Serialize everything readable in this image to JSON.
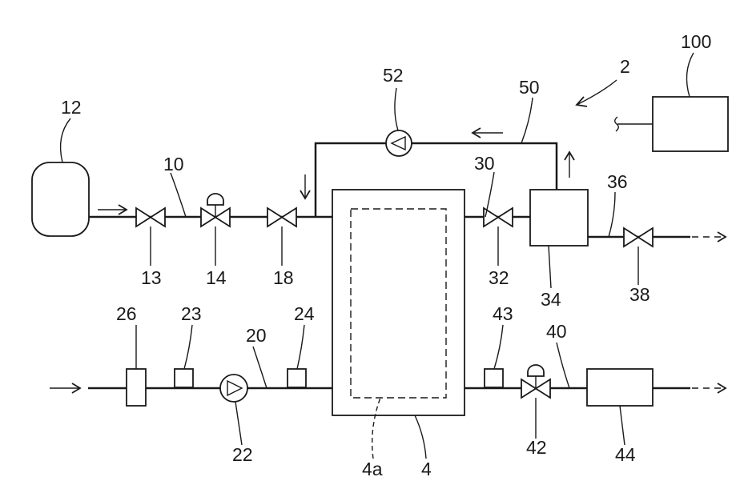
{
  "labels": {
    "l12": "12",
    "l10": "10",
    "l13": "13",
    "l14": "14",
    "l18": "18",
    "l52": "52",
    "l50": "50",
    "l2": "2",
    "l100": "100",
    "l30": "30",
    "l32": "32",
    "l34": "34",
    "l36": "36",
    "l38": "38",
    "l26": "26",
    "l23": "23",
    "l24": "24",
    "l20": "20",
    "l22": "22",
    "l4a": "4a",
    "l4": "4",
    "l43": "43",
    "l40": "40",
    "l42": "42",
    "l44": "44"
  }
}
